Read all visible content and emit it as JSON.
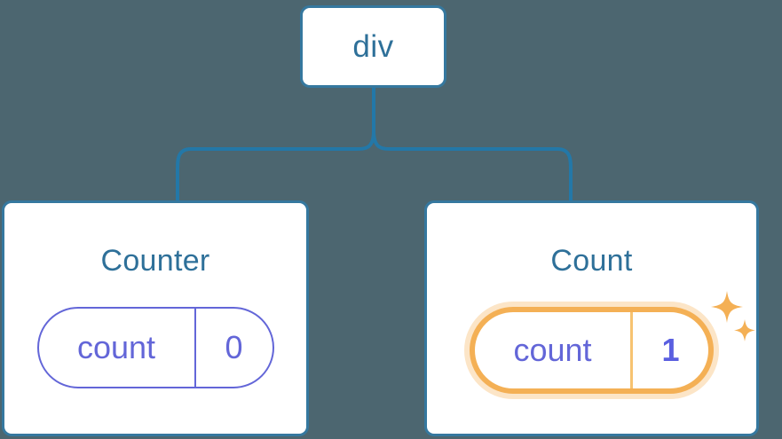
{
  "diagram": {
    "type": "component-tree",
    "background_color": "#4c6670",
    "connector_color": "#2378a8",
    "node_border_color": "#35789f",
    "title_color": "#2e7099",
    "prop_color": "#6366d8",
    "highlight_color": "#f4b055",
    "highlight_glow_color": "#fbddb0",
    "root": {
      "label": "div"
    },
    "children": [
      {
        "title": "Counter",
        "highlighted": false,
        "prop": {
          "key": "count",
          "value": "0"
        }
      },
      {
        "title": "Count",
        "highlighted": true,
        "sparkle_icon": "sparkles-icon",
        "prop": {
          "key": "count",
          "value": "1"
        }
      }
    ]
  }
}
